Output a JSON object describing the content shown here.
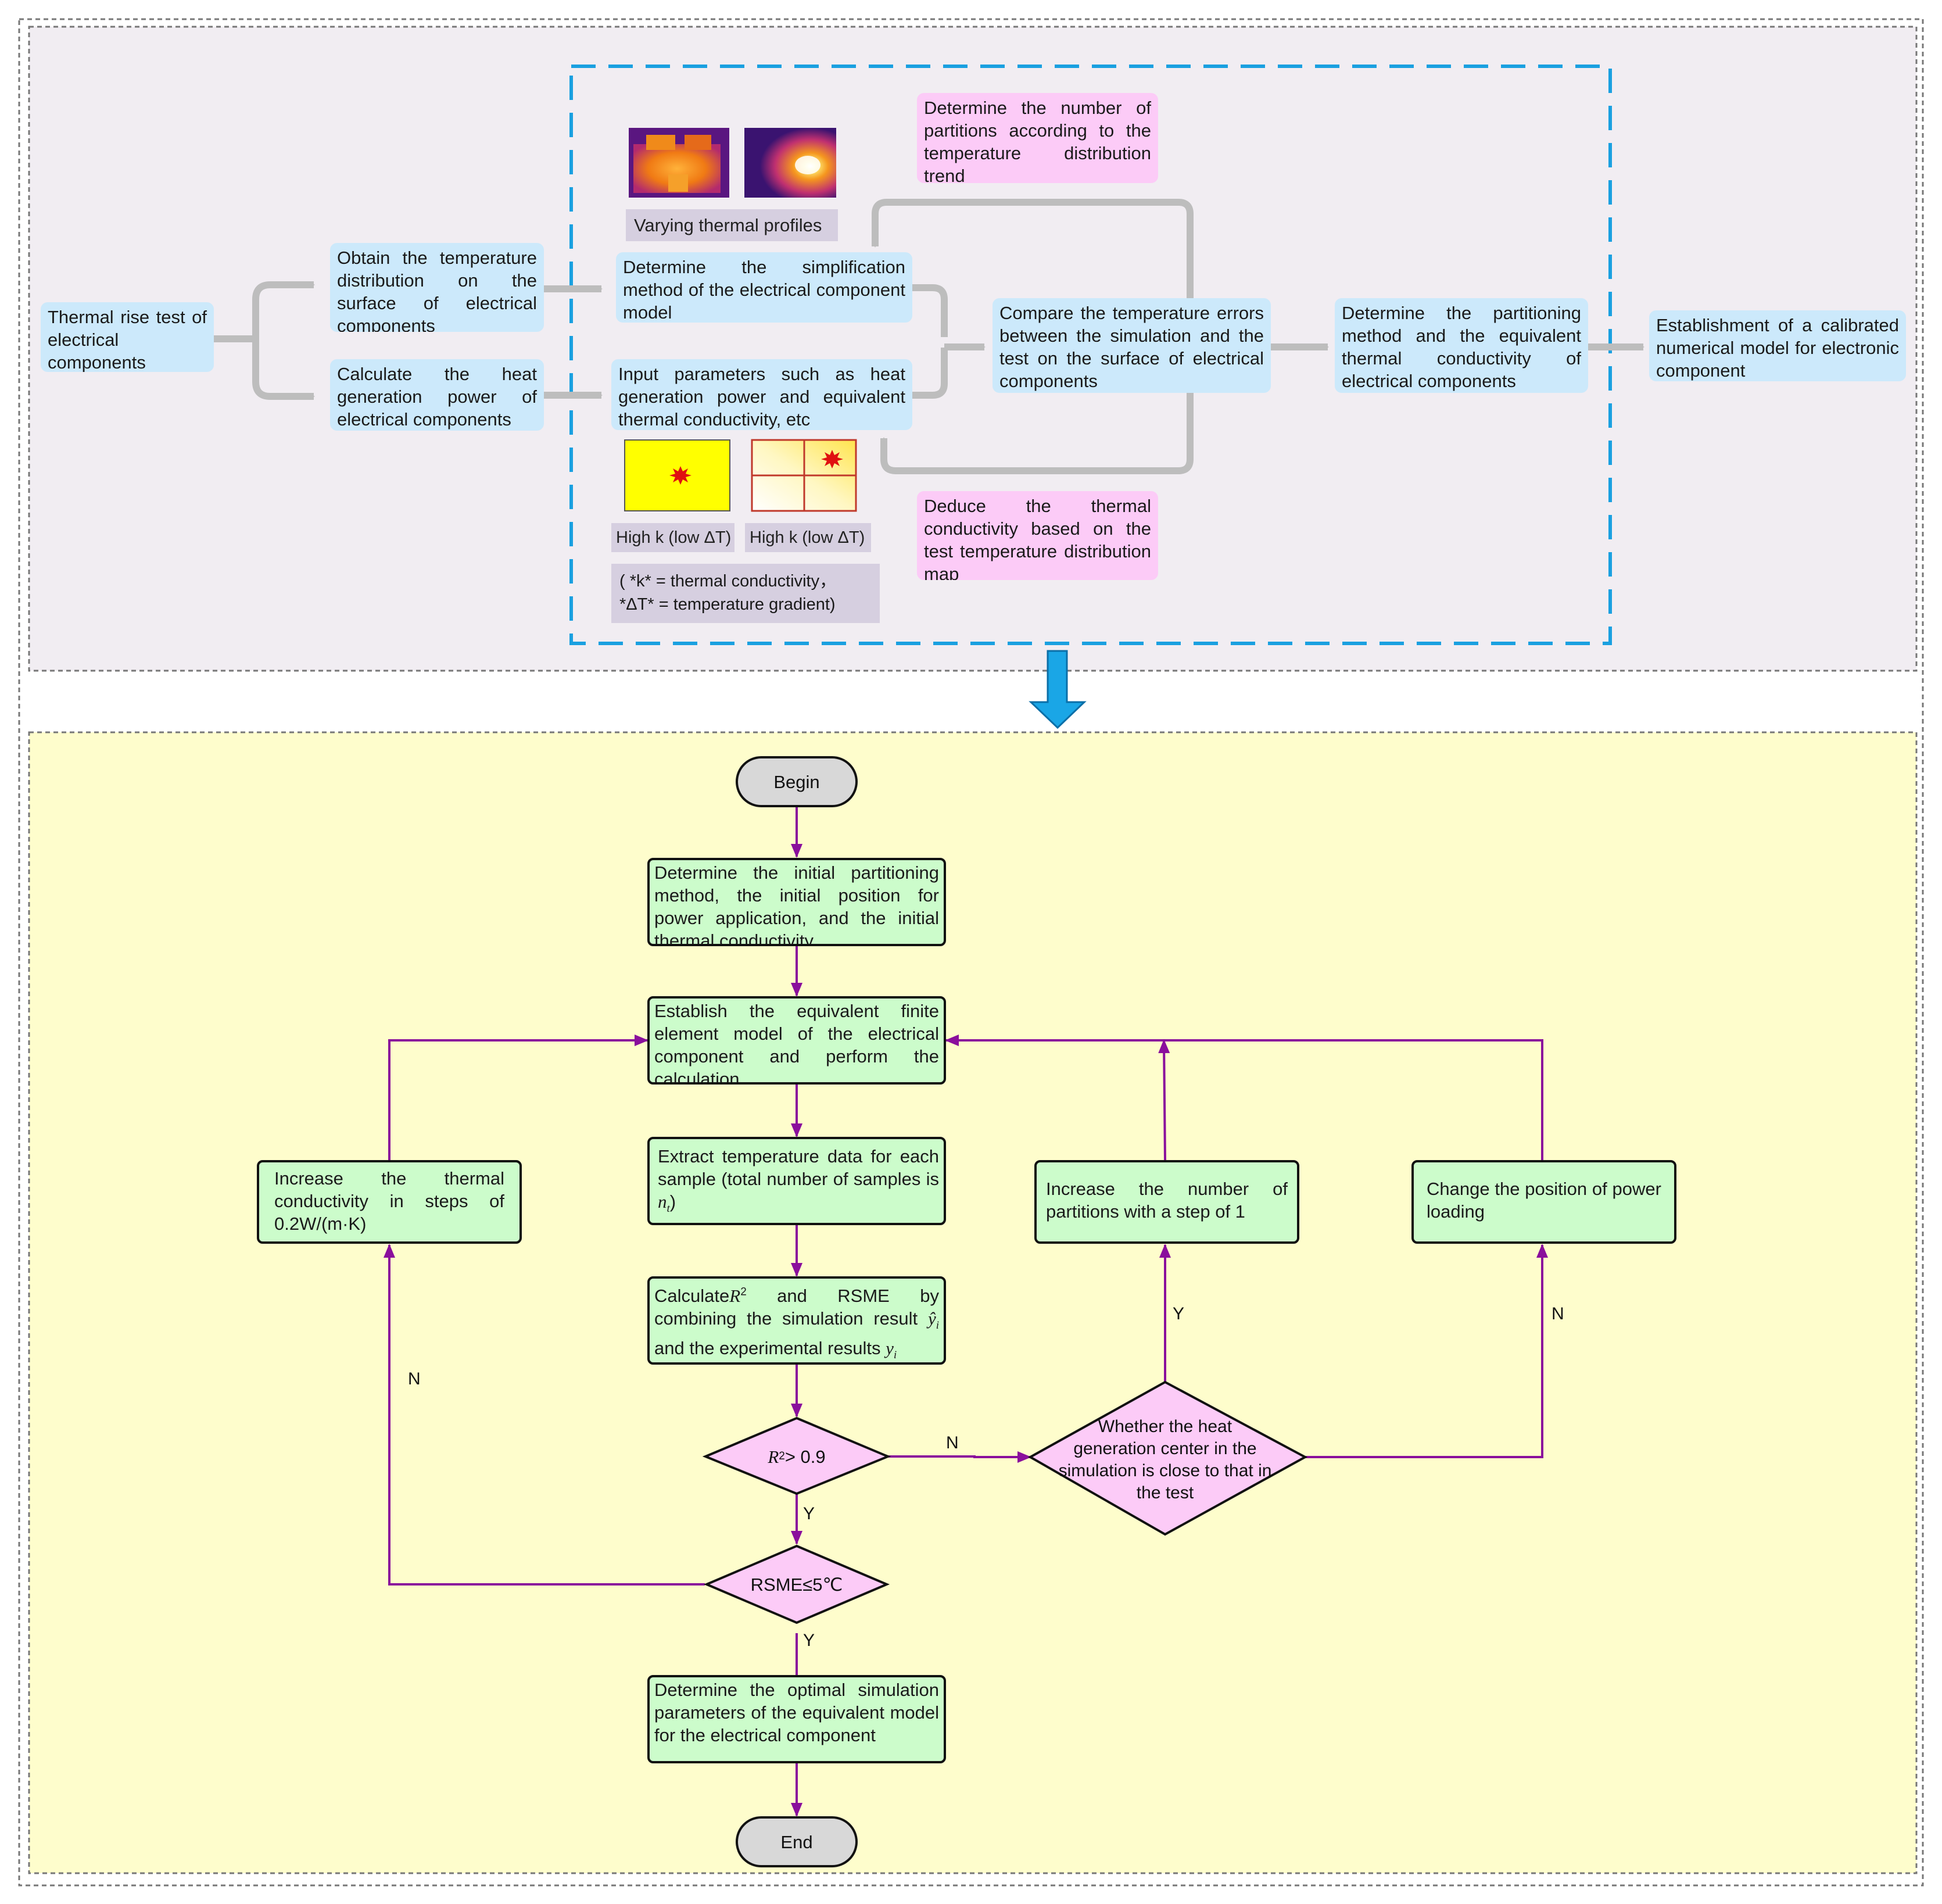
{
  "top_panel": {
    "input_box": "Thermal rise test of electrical components",
    "obtain_box": "Obtain the temperature distribution on the surface of electrical components",
    "calculate_box": "Calculate the heat generation power of electrical components",
    "simplification_box": "Determine the simplification method of the electrical component model",
    "input_params_box": "Input parameters such as heat generation power and equivalent thermal conductivity, etc",
    "compare_box": "Compare the temperature errors between the simulation and the test on the surface of electrical components",
    "partitioning_box": "Determine the partitioning method and the equivalent thermal conductivity of electrical components",
    "calibrated_box": "Establishment of a calibrated numerical model for electronic component",
    "partitions_note": "Determine the number of partitions according to the temperature distribution trend",
    "deduce_note": "Deduce the thermal conductivity based on the test temperature distribution map",
    "thermal_profiles_caption": "Varying thermal profiles",
    "k_caption_1": "High k (low ΔT)",
    "k_caption_2": "High k (low ΔT)",
    "legend_line_1": "( *k* = thermal conductivity，",
    "legend_line_2": "*ΔT* = temperature gradient)"
  },
  "flowchart": {
    "begin": "Begin",
    "step_initial": "Determine the initial partitioning method, the initial position for power application, and the initial thermal conductivity",
    "step_establish": "Establish the equivalent finite element model of the electrical component and perform the calculation",
    "step_extract_text": "Extract temperature data for each sample (total number of samples is ",
    "step_extract_var": "n",
    "step_extract_sub": "t",
    "step_extract_close": ")",
    "step_calc_a": "Calculate",
    "step_calc_r": "R",
    "step_calc_exp": "2",
    "step_calc_b": " and RSME by combining the simulation result ",
    "step_calc_yhat": "ŷ",
    "step_calc_sub1": "i",
    "step_calc_c": "and the experimental results ",
    "step_calc_y": "y",
    "step_calc_sub2": "i",
    "decision_r2_var": "R",
    "decision_r2_exp": "2",
    "decision_r2_rest": " > 0.9",
    "decision_rsme": "RSME≤5℃",
    "decision_center": "Whether the heat generation center in the simulation is close to that in the test",
    "step_increase_k": "Increase the thermal conductivity in steps of 0.2W/(m·K)",
    "step_increase_partitions": "Increase the number of partitions with a step  of 1",
    "step_change_position": "Change the position of power loading",
    "step_optimal": "Determine the optimal simulation parameters of the equivalent model for the electrical component",
    "end": "End",
    "label_y_1": "Y",
    "label_y_2": "Y",
    "label_y_3": "Y",
    "label_n_1": "N",
    "label_n_2": "N",
    "label_n_3": "N"
  },
  "colors": {
    "top_panel_bg": "#f1edf2",
    "bottom_panel_bg": "#fefdcc",
    "blue_box": "#cce9fb",
    "pink_box": "#fccbf7",
    "green_box": "#ccfccb",
    "diamond": "#fccbf7",
    "flow_line": "#8a0f9c",
    "grey_arrow": "#bdbdbd",
    "dashed_region": "#1aa0e0",
    "down_arrow": "#1aa6e6"
  }
}
